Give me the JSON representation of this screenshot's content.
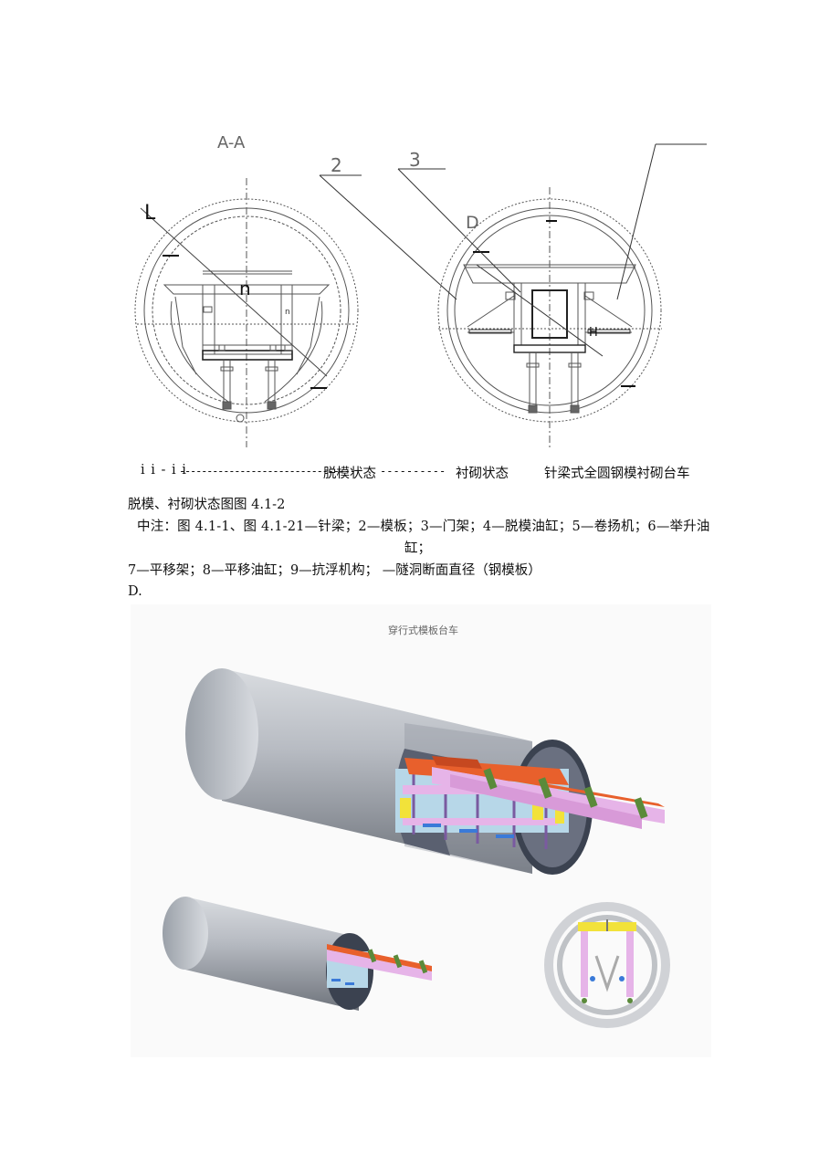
{
  "drawing1": {
    "title_label": "A-A",
    "label_L": "L",
    "label_2": "2",
    "label_3": "3",
    "label_D": "D",
    "label_n": "n",
    "label_n_small": "n",
    "label_H": "H"
  },
  "caption": {
    "section": "i i - i i",
    "dashes1": "--------------------------------",
    "state1": "脱模状态",
    "dashes2": "----------",
    "state2": "衬砌状态",
    "machine": "针梁式全圆钢模衬砌台车",
    "figure_title": "脱模、衬砌状态图图 4.1-2",
    "note_line1": "中注：图 4.1-1、图 4.1-21—针梁；2—模板；3—门架；4—脱模油缸；5—卷扬机；6—举升油",
    "note_line2": "缸；",
    "note_line3": "7—平移架；8—平移油缸；9—抗浮机构；  —隧洞断面直径（钢模板）",
    "note_line4": "D."
  },
  "figure2": {
    "title": "穿行式模板台车"
  },
  "colors": {
    "tube": "#bfc3c9",
    "orange": "#e8602c",
    "green": "#5a8a3a",
    "pink": "#e6b4e8",
    "yellow": "#f2e23a",
    "blue": "#3a7ad8"
  }
}
